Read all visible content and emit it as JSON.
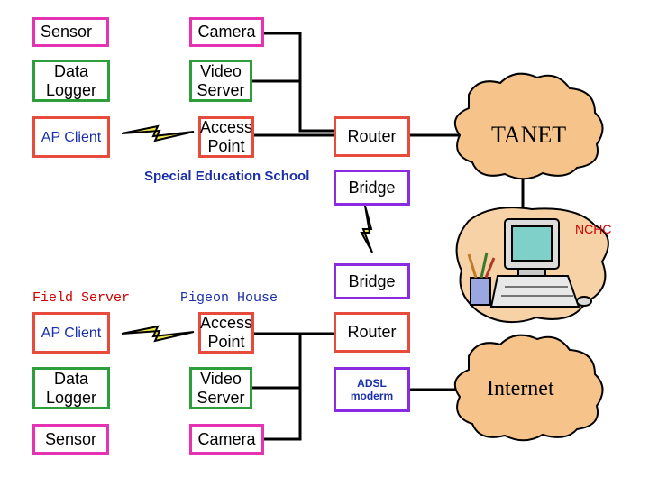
{
  "top": {
    "sensor": "Sensor",
    "camera": "Camera",
    "data_logger": "Data\nLogger",
    "video_server": "Video\nServer",
    "ap_client": "AP Client",
    "access_point": "Access\nPoint",
    "router": "Router",
    "bridge": "Bridge",
    "site_label": "Special Education School"
  },
  "cloud_tanet": "TANET",
  "cloud_internet": "Internet",
  "nchc_label": "NCHC",
  "bottom": {
    "bridge": "Bridge",
    "field_server_label": "Field Server",
    "site_label": "Pigeon House",
    "ap_client": "AP Client",
    "access_point": "Access\nPoint",
    "router": "Router",
    "data_logger": "Data\nLogger",
    "video_server": "Video\nServer",
    "adsl_modem": "ADSL\nmoderm",
    "sensor": "Sensor",
    "camera": "Camera"
  },
  "colors": {
    "pink": "#e633b3",
    "green": "#2e9e3a",
    "red": "#e64b3c",
    "purple": "#8a2be2",
    "cloud": "#f6c48a",
    "label_blue": "#1a2fa8"
  }
}
